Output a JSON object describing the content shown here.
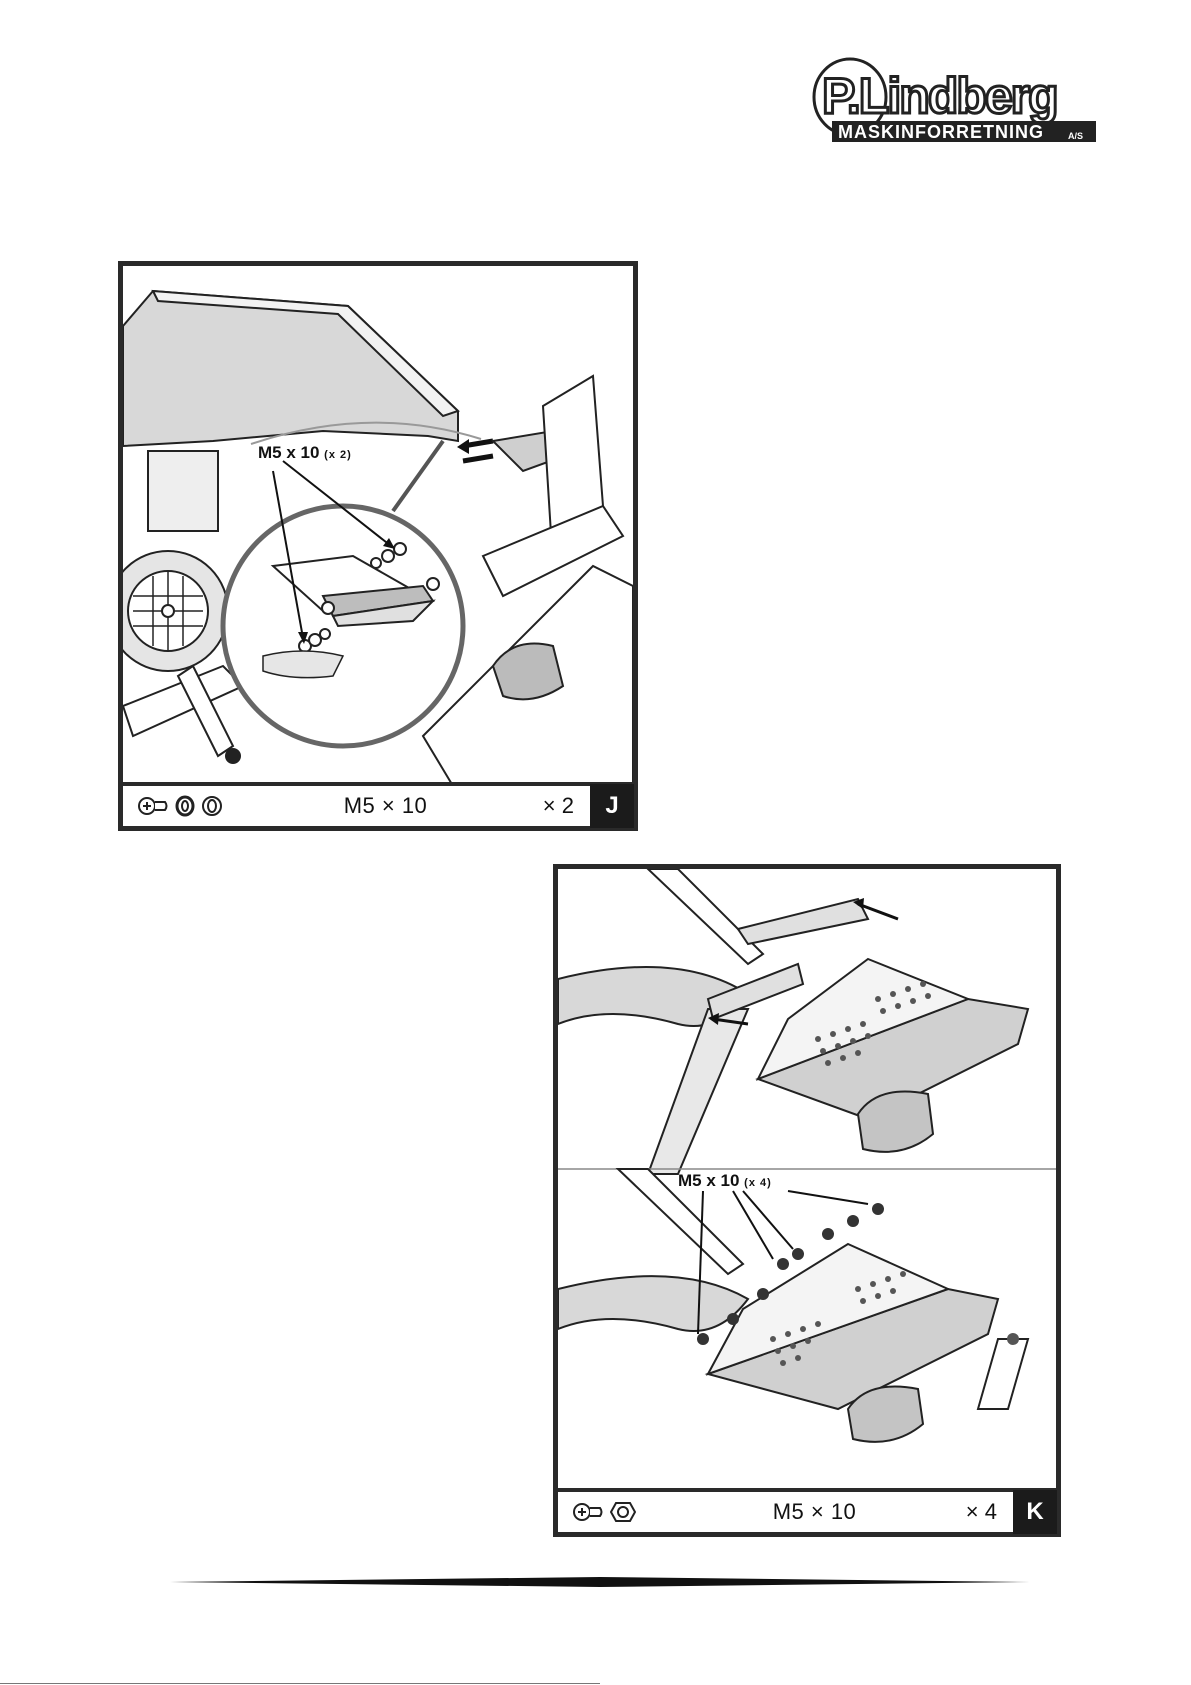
{
  "logo": {
    "brand": "P.Lindberg",
    "tagline": "MASKINFORRETNING",
    "suffix": "A/S"
  },
  "panel_j": {
    "callout": "M5 x 10",
    "callout_qty": "(x 2)",
    "legend_spec": "M5 × 10",
    "legend_qty": "× 2",
    "letter": "J",
    "icons": [
      "screw-icon",
      "spring-washer-icon",
      "flat-washer-icon"
    ]
  },
  "panel_k": {
    "callout": "M5 x 10",
    "callout_qty": "(x 4)",
    "legend_spec": "M5 × 10",
    "legend_qty": "× 4",
    "letter": "K",
    "icons": [
      "screw-icon",
      "nut-icon"
    ]
  }
}
